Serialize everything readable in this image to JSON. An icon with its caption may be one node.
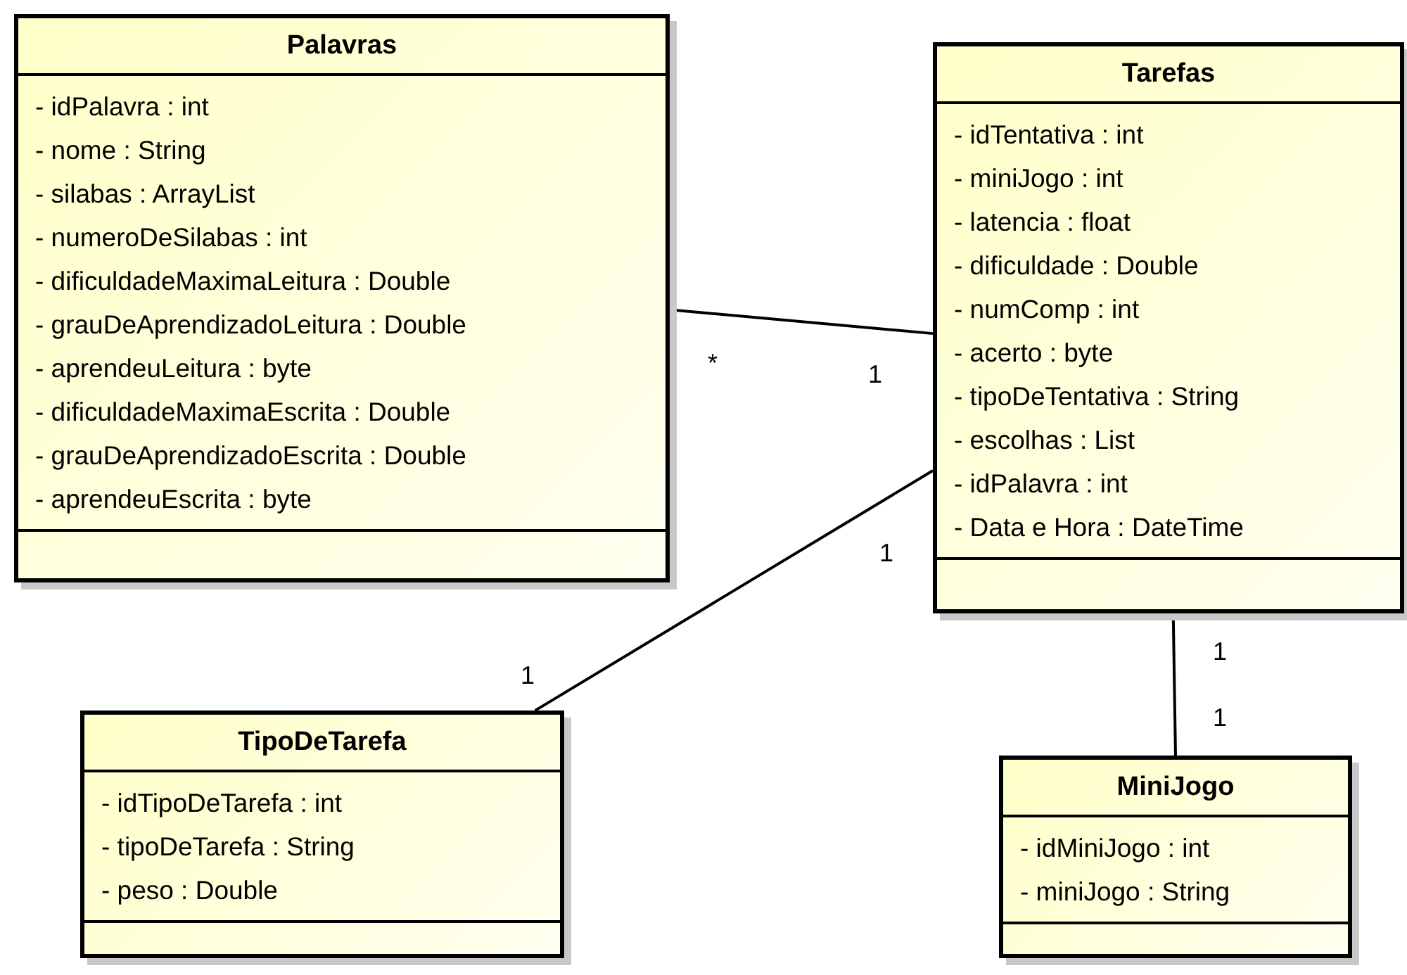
{
  "diagram": {
    "nodes": [
      {
        "text": [
          "Palavras",
          "- idPalavra : int",
          "- nome : String",
          "- silabas : ArrayList",
          "- numeroDeSilabas : int",
          "- dificuldadeMaximaLeitura : Double",
          "- grauDeAprendizadoLeitura : Double",
          "- aprendeuLeitura : byte",
          "- dificuldadeMaximaEscrita : Double",
          "- grauDeAprendizadoEscrita : Double",
          "- aprendeuEscrita : byte"
        ]
      },
      {
        "text": [
          "Tarefas",
          "- idTentativa : int",
          "- miniJogo : int",
          "- latencia : float",
          "- dificuldade : Double",
          "- numComp : int",
          "- acerto : byte",
          "- tipoDeTentativa : String",
          "- escolhas : List",
          "- idPalavra : int",
          "- Data e Hora : DateTime"
        ]
      },
      {
        "text": [
          "TipoDeTarefa",
          "- idTipoDeTarefa : int",
          "- tipoDeTarefa : String",
          "- peso : Double"
        ]
      },
      {
        "text": [
          "MiniJogo",
          "- idMiniJogo : int",
          "- miniJogo : String"
        ]
      }
    ],
    "edges": [
      {
        "from": 0,
        "to": 1,
        "arrow": "none"
      },
      {
        "from": 1,
        "to": 2,
        "arrow": "none"
      },
      {
        "from": 1,
        "to": 3,
        "arrow": "none"
      }
    ],
    "labels": [
      "*",
      "1",
      "1",
      "1",
      "1",
      "1"
    ]
  }
}
